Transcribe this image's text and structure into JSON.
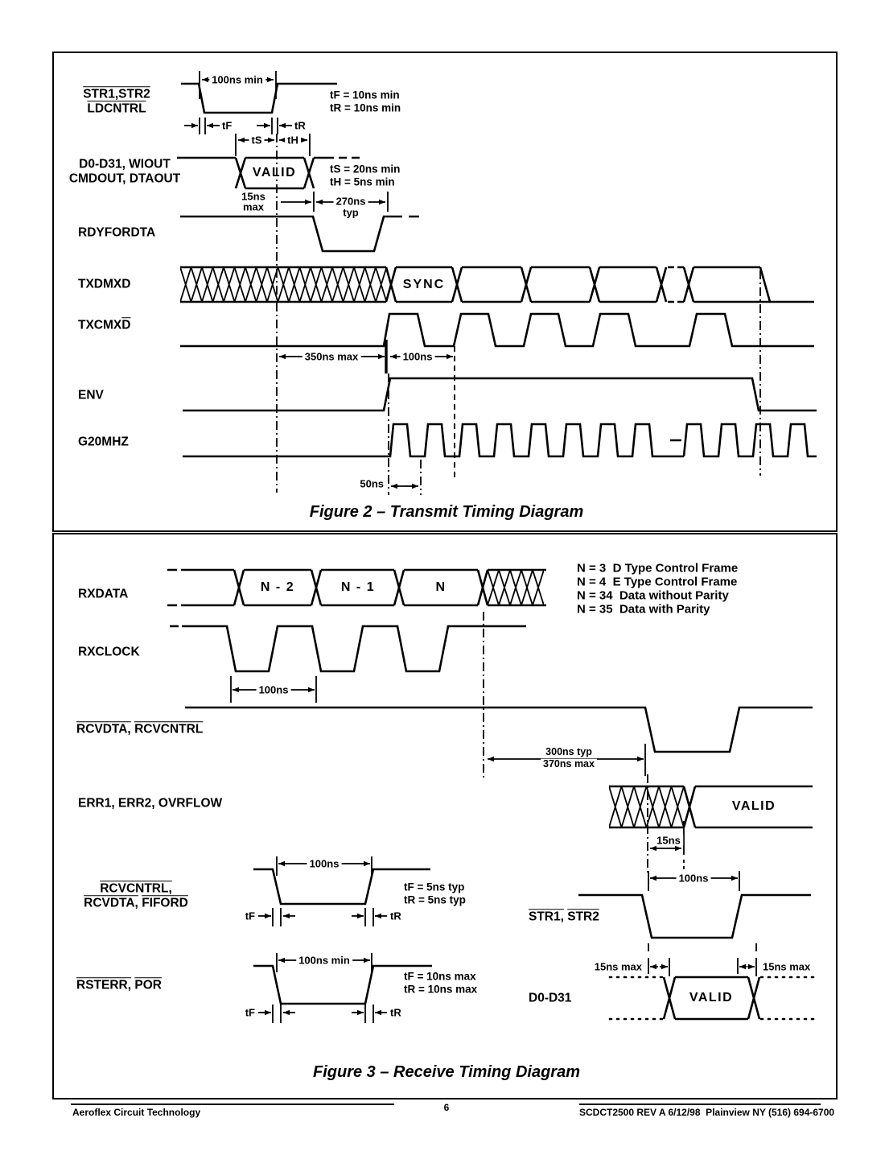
{
  "colors": {
    "ink": "#000000",
    "paper": "#ffffff"
  },
  "fig2": {
    "caption": "Figure 2 – Transmit Timing Diagram",
    "sig1a": "STR1,STR2",
    "sig1b": "LDCNTRL",
    "sig2a": "D0-D31, WIOUT",
    "sig2b": "CMDOUT, DTAOUT",
    "sig3": "RDYFORDTA",
    "sig4": "TXDMXD",
    "sig5a": "TXCMX",
    "sig5b": "D",
    "sig6": "ENV",
    "sig7": "G20MHZ",
    "valid": "VALID",
    "sync": "SYNC",
    "m_100ns_min": "100ns min",
    "tf_eq": "tF = 10ns min",
    "tr_eq": "tR = 10ns min",
    "ts_eq": "tS = 20ns min",
    "th_eq": "tH = 5ns min",
    "tf": "tF",
    "tr": "tR",
    "ts": "tS",
    "th": "tH",
    "m_15ns": "15ns",
    "m_max": "max",
    "m_270ns": "270ns",
    "m_typ": "typ",
    "m_350ns_max": "350ns max",
    "m_100ns": "100ns",
    "m_50ns": "50ns"
  },
  "fig3": {
    "caption": "Figure 3 – Receive Timing Diagram",
    "sig_rxdata": "RXDATA",
    "sig_rxclock": "RXCLOCK",
    "sig_rcv_a": "RCVDTA,",
    "sig_rcv_b": "RCVCNTRL",
    "sig_err": "ERR1, ERR2, OVRFLOW",
    "sig_rcvc_l1": "RCVCNTRL,",
    "sig_rcvc_l2a": "RCVDTA,",
    "sig_rcvc_l2b": "FIFORD",
    "sig_str_a": "STR1,",
    "sig_str_b": "STR2",
    "sig_rst_a": "RSTERR,",
    "sig_rst_b": "POR",
    "sig_d0d31": "D0-D31",
    "cell_n2": "N - 2",
    "cell_n1": "N - 1",
    "cell_n": "N",
    "legend1": "N = 3  D Type Control Frame",
    "legend2": "N = 4  E Type Control Frame",
    "legend3": "N = 34  Data without Parity",
    "legend4": "N = 35  Data with Parity",
    "valid": "VALID",
    "m_100ns": "100ns",
    "m_100ns_min": "100ns min",
    "m_300ns_typ": "300ns typ",
    "m_370ns_max": "370ns max",
    "m_15ns": "15ns",
    "m_15ns_max": "15ns max",
    "tf": "tF",
    "tr": "tR",
    "tf5_eq": "tF = 5ns typ",
    "tr5_eq": "tR = 5ns typ",
    "tf10_eq": "tF = 10ns max",
    "tr10_eq": "tR = 10ns max"
  },
  "footer": {
    "left": "Aeroflex Circuit Technology",
    "page": "6",
    "right": "SCDCT2500 REV A 6/12/98  Plainview NY (516) 694-6700"
  }
}
